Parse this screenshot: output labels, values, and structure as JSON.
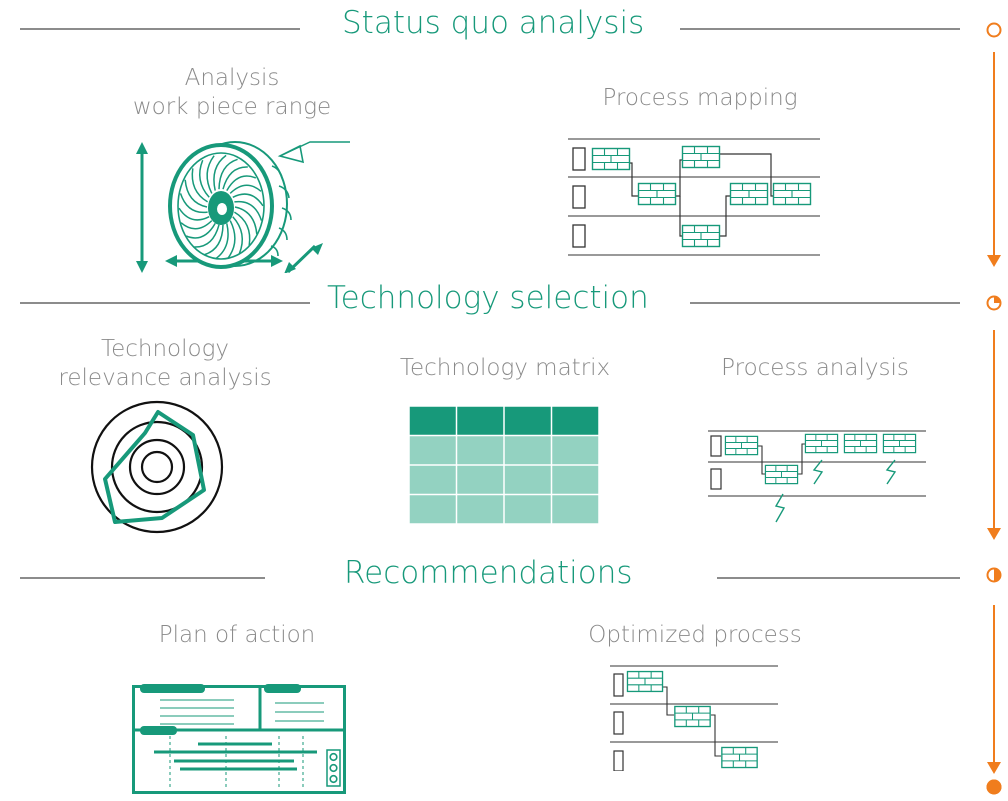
{
  "sections": {
    "status_quo": {
      "title": "Status quo analysis",
      "items": {
        "analysis_line1": "Analysis",
        "analysis_line2": "work piece range",
        "process_mapping": "Process mapping"
      }
    },
    "technology": {
      "title": "Technology selection",
      "items": {
        "relevance_line1": "Technology",
        "relevance_line2": "relevance analysis",
        "matrix": "Technology matrix",
        "process_analysis": "Process analysis"
      }
    },
    "recommendations": {
      "title": "Recommendations",
      "items": {
        "plan": "Plan of action",
        "optimized": "Optimized process"
      }
    }
  },
  "colors": {
    "primary": "#17997a",
    "light": "#93d2c1",
    "accent": "#f07d1d",
    "rule": "#8c8c8c",
    "label": "#8a8a8a"
  },
  "timeline_progress": [
    0,
    0.25,
    0.5,
    1
  ]
}
